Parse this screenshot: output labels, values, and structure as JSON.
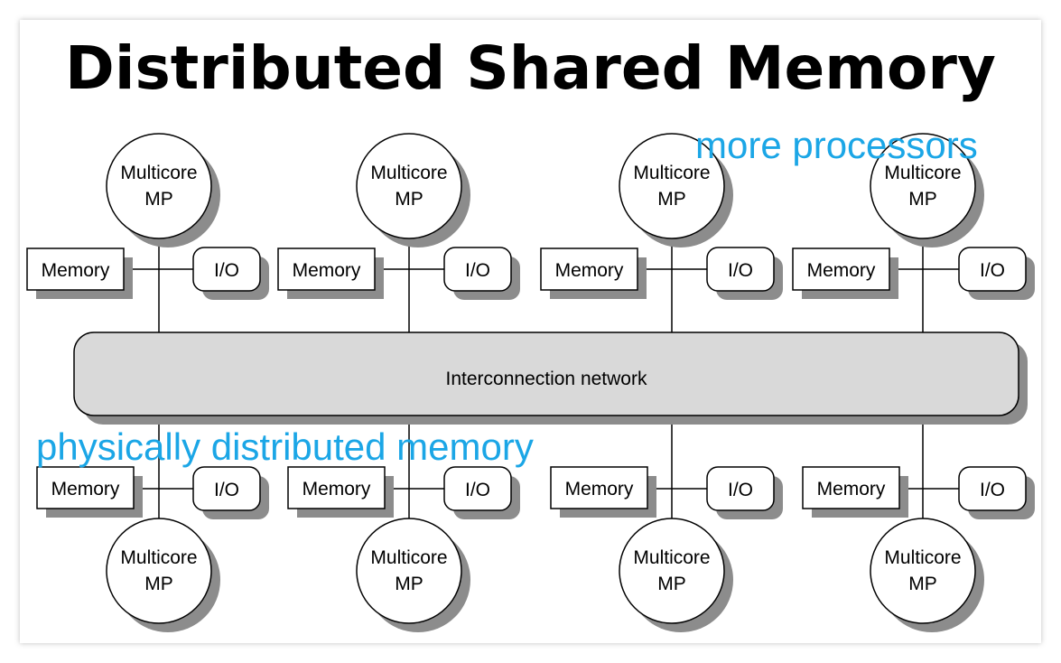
{
  "slide": {
    "title": "Distributed Shared Memory"
  },
  "diagram": {
    "processor_label_line1": "Multicore",
    "processor_label_line2": "MP",
    "memory_label": "Memory",
    "io_label": "I/O",
    "network_label": "Interconnection network",
    "nodes_per_row": 4
  },
  "annotations": {
    "top": "more processors",
    "bottom": "physically distributed memory",
    "color": "#1ba6e6"
  },
  "colors": {
    "network_fill": "#d9d9d9",
    "shadow": "#8c8c8c",
    "stroke": "#000000"
  }
}
